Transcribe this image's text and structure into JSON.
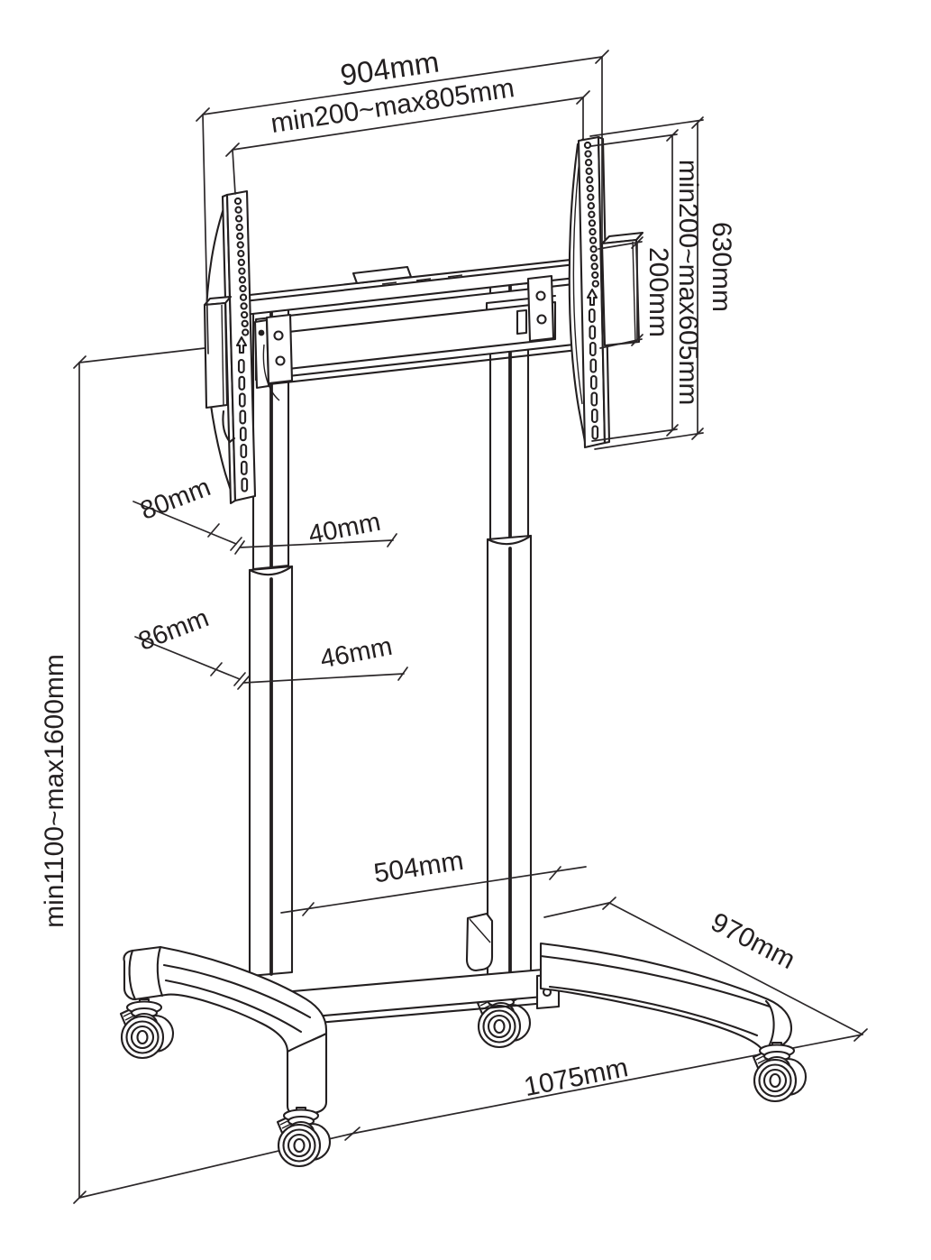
{
  "page": {
    "background": "#ffffff",
    "line_color": "#231f20"
  },
  "diagram": {
    "type": "technical-dimension-drawing",
    "subject": "mobile TV stand with telescopic columns and locking casters",
    "labels": {
      "overall_width": "904mm",
      "vesa_width_range": "min200~max805mm",
      "bracket_height": "630mm",
      "vesa_height_range": "min200~max605mm",
      "vesa_plate_height": "200mm",
      "height_range": "min1100~max1600mm",
      "inner_column_depth": "80mm",
      "inner_column_width": "40mm",
      "outer_column_depth": "86mm",
      "outer_column_width": "46mm",
      "column_spacing": "504mm",
      "base_depth": "970mm",
      "base_width": "1075mm"
    }
  }
}
